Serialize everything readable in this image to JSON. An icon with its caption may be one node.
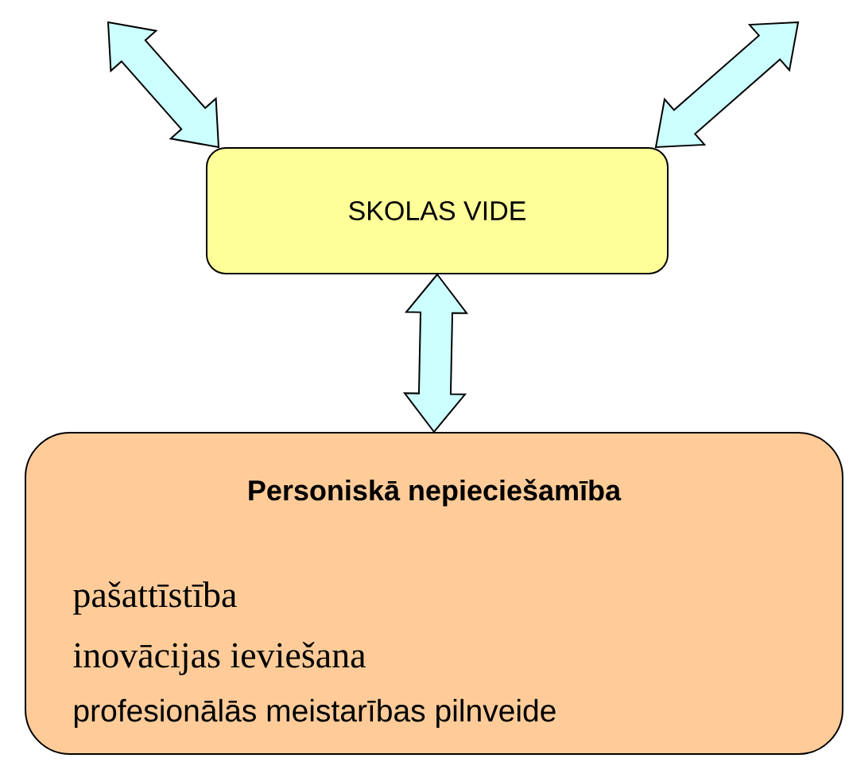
{
  "diagram": {
    "nodes": [
      {
        "text": [
          "SKOLAS VIDE"
        ]
      },
      {
        "text": [
          "Personiskā nepieciešamība",
          "pašattīstība",
          "inovācijas ieviešana",
          "profesionālās meistarības pilnveide"
        ]
      }
    ],
    "edges": [
      {
        "from": null,
        "to": 0,
        "arrow": "both"
      },
      {
        "from": null,
        "to": 0,
        "arrow": "both"
      },
      {
        "from": 0,
        "to": 1,
        "arrow": "both"
      }
    ]
  }
}
